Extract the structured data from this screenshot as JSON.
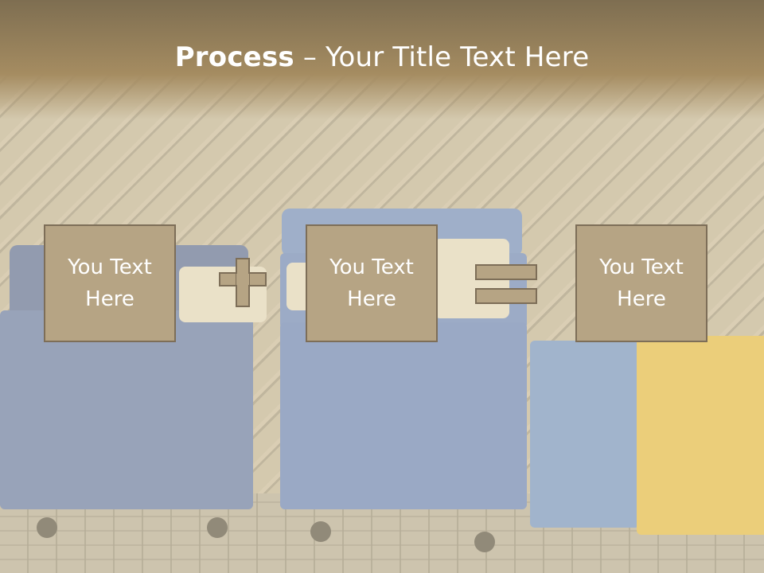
{
  "slide": {
    "title_bold": "Process",
    "title_rest": " – Your Title Text Here",
    "boxes": [
      {
        "label": "You Text Here"
      },
      {
        "label": "You Text Here"
      },
      {
        "label": "You Text Here"
      }
    ],
    "operators": [
      "plus-icon",
      "equals-icon"
    ]
  },
  "colors": {
    "box_fill": "#b6a484",
    "box_border": "#7d6e58",
    "title_band": "#a58c61",
    "title_text": "#ffffff"
  }
}
